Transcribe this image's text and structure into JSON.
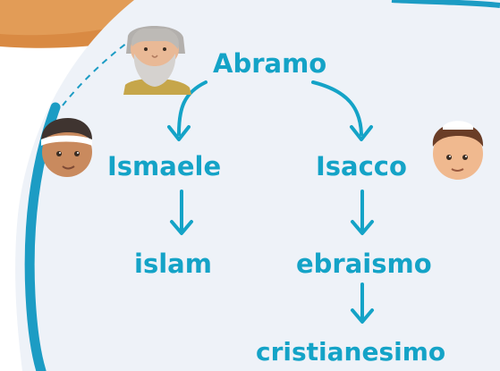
{
  "diagram": {
    "nodes": {
      "abramo": "Abramo",
      "ismaele": "Ismaele",
      "isacco": "Isacco",
      "islam": "islam",
      "ebraismo": "ebraismo",
      "cristianesimo": "cristianesimo"
    },
    "edges": [
      {
        "from": "abramo",
        "to": "ismaele"
      },
      {
        "from": "abramo",
        "to": "isacco"
      },
      {
        "from": "ismaele",
        "to": "islam"
      },
      {
        "from": "isacco",
        "to": "ebraismo"
      },
      {
        "from": "ebraismo",
        "to": "cristianesimo"
      }
    ],
    "colors": {
      "text": "#14a3c7",
      "arrow": "#14a3c7",
      "panel": "#eef2f8",
      "border": "#1c9cc4",
      "top_band": "#d98a43"
    },
    "illustrations": [
      "abramo-portrait",
      "ismaele-portrait",
      "isacco-portrait"
    ]
  }
}
